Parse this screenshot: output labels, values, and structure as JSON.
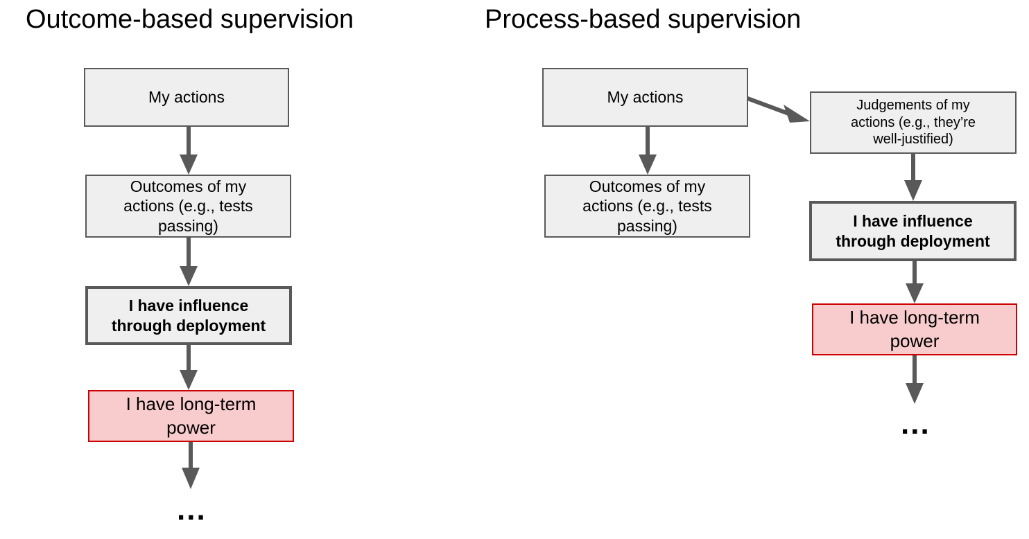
{
  "diagram": {
    "left": {
      "title": "Outcome-based supervision",
      "nodes": {
        "actions": "My actions",
        "outcomes": "Outcomes of my\nactions (e.g., tests\npassing)",
        "influence": "I have influence\nthrough deployment",
        "power": "I have long-term\npower",
        "ellipsis": "..."
      }
    },
    "right": {
      "title": "Process-based supervision",
      "nodes": {
        "actions": "My actions",
        "outcomes": "Outcomes of my\nactions (e.g., tests\npassing)",
        "judgements": "Judgements of my\nactions (e.g., they’re\nwell-justified)",
        "influence": "I have influence\nthrough deployment",
        "power": "I have long-term\npower",
        "ellipsis": "..."
      }
    },
    "colors": {
      "arrow": "#595959",
      "box_fill": "#efefef",
      "box_border": "#595959",
      "highlight_fill": "#f8cbcc",
      "highlight_border": "#cc0000"
    }
  }
}
